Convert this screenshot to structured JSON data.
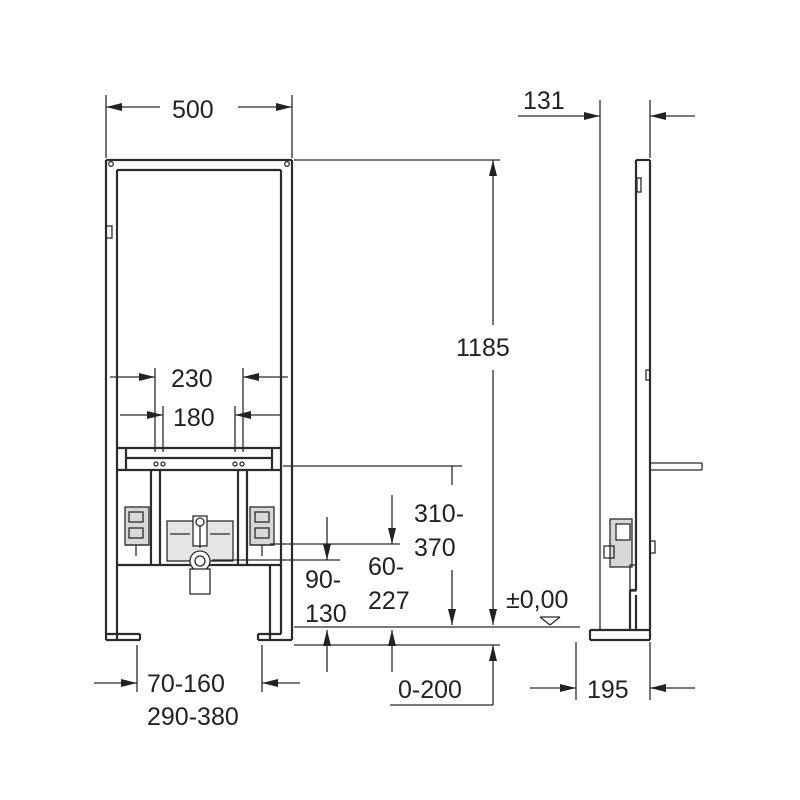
{
  "colors": {
    "line": "#2b2b2b",
    "background": "#ffffff",
    "part_fill": "#d8d8d8"
  },
  "dimensions": {
    "frame_width": "500",
    "frame_height": "1185",
    "pipe_spacing_outer": "230",
    "pipe_spacing_inner": "180",
    "supply_height_line1": "310-",
    "supply_height_line2": "370",
    "drain_height_line1": "90-",
    "drain_height_line2": "130",
    "drain_offset_line1": "60-",
    "drain_offset_line2": "227",
    "floor_level": "±0,00",
    "foot_spacing_1": "70-160",
    "foot_spacing_2": "290-380",
    "floor_adjust": "0-200",
    "side_depth_top": "131",
    "side_depth_bottom": "195"
  }
}
